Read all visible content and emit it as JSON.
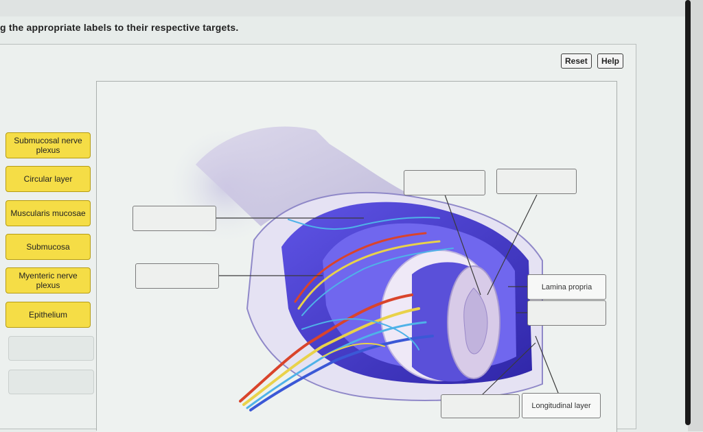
{
  "instruction": "g the appropriate labels to their respective targets.",
  "toolbar": {
    "reset_label": "Reset",
    "help_label": "Help"
  },
  "label_bank": [
    {
      "text": "Submucosal nerve plexus"
    },
    {
      "text": "Circular layer"
    },
    {
      "text": "Muscularis mucosae"
    },
    {
      "text": "Submucosa"
    },
    {
      "text": "Myenteric nerve plexus"
    },
    {
      "text": "Epithelium"
    }
  ],
  "targets": {
    "lamina_propria": "Lamina propria",
    "longitudinal_layer": "Longitudinal layer"
  },
  "colors": {
    "label_fill": "#f5dd46",
    "muscle_blue": "#4b3fd6",
    "nerve_yellow": "#e9d24a",
    "vessel_red": "#d9442b"
  }
}
